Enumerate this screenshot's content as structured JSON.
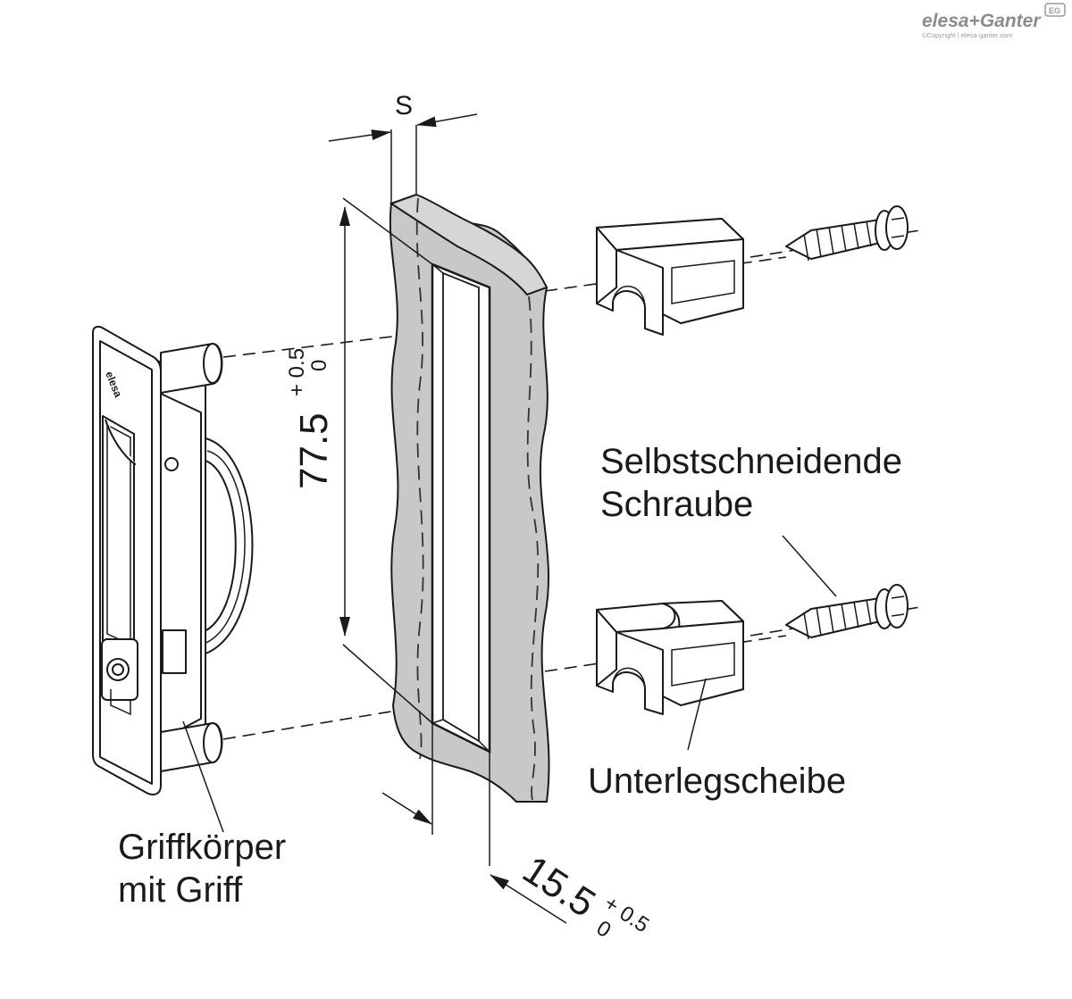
{
  "logo": {
    "brand": "elesa+Ganter",
    "badge": "EG",
    "copyright": "©Copyright | elesa-ganter.com"
  },
  "labels": {
    "screw_line1": "Selbstschneidende",
    "screw_line2": "Schraube",
    "washer": "Unterlegscheibe",
    "body_line1": "Griffkörper",
    "body_line2": "mit Griff",
    "handle_mark": "elesa"
  },
  "dimensions": {
    "thickness": "S",
    "height_value": "77.5",
    "height_upper_tol": "+ 0.5",
    "height_lower_tol": "0",
    "width_value": "15.5",
    "width_upper_tol": "+ 0.5",
    "width_lower_tol": "0"
  },
  "colors": {
    "panel": "#c8c8c8",
    "ink": "#1a1a1a",
    "logo": "#8c8c8c"
  }
}
